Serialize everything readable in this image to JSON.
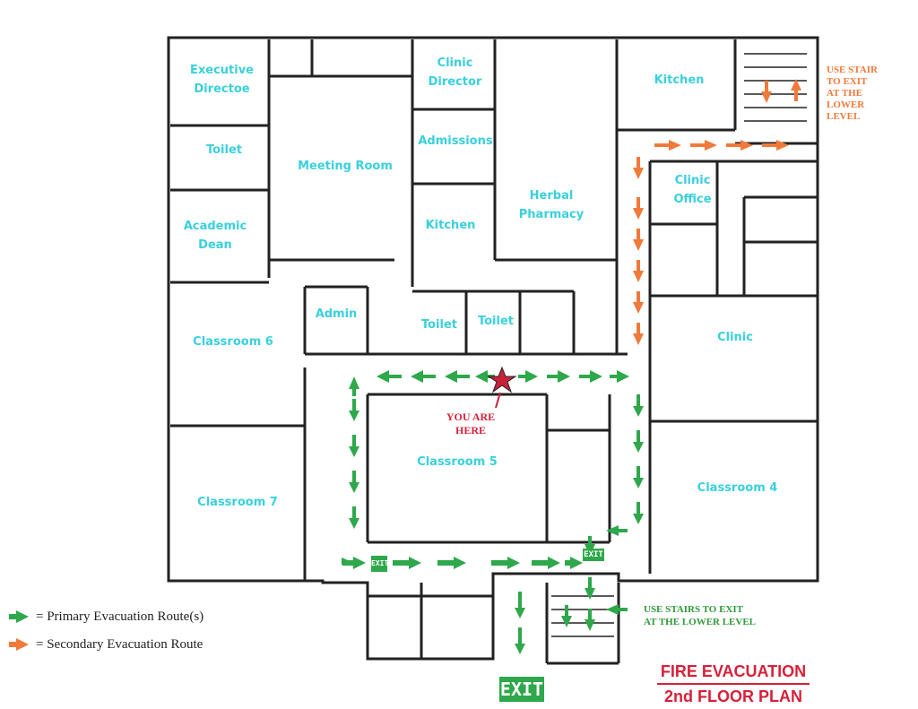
{
  "rooms": {
    "executive_director": "Executive Directoe",
    "toilet_1": "Toilet",
    "academic_dean": "Academic Dean",
    "meeting_room": "Meeting Room",
    "clinic_director": "Clinic Director",
    "admissions": "Admissions",
    "kitchen_1": "Kitchen",
    "herbal_pharmacy": "Herbal Pharmacy",
    "kitchen_2": "Kitchen",
    "clinic_office": "Clinic Office",
    "admin": "Admin",
    "toilet_2": "Toilet",
    "toilet_3": "Toilet",
    "clinic": "Clinic",
    "classroom_6": "Classroom 6",
    "classroom_5": "Classroom 5",
    "classroom_4": "Classroom 4",
    "classroom_7": "Classroom 7"
  },
  "notes": {
    "use_stair_line1": "USE STAIR",
    "use_stair_line2": "TO EXIT",
    "use_stair_line3": "AT THE",
    "use_stair_line4": "LOWER",
    "use_stair_line5": "LEVEL",
    "you_are_line1": "YOU ARE",
    "you_are_line2": "HERE",
    "use_stairs_line1": "USE STAIRS TO EXIT",
    "use_stairs_line2": "AT THE LOWER LEVEL"
  },
  "exit_signs": {
    "main": "EXIT",
    "left_small": "EXIT",
    "right_small": "EXIT"
  },
  "legend": {
    "primary": "= Primary Evacuation Route(s)",
    "secondary": "= Secondary Evacuation Route"
  },
  "title": {
    "line1": "FIRE EVACUATION",
    "line2": "2nd FLOOR PLAN"
  },
  "colors": {
    "primary_route": "#2ea84a",
    "secondary_route": "#f07a3a",
    "room_label": "#3ad0dc",
    "title": "#d6213a",
    "wall": "#222222"
  }
}
